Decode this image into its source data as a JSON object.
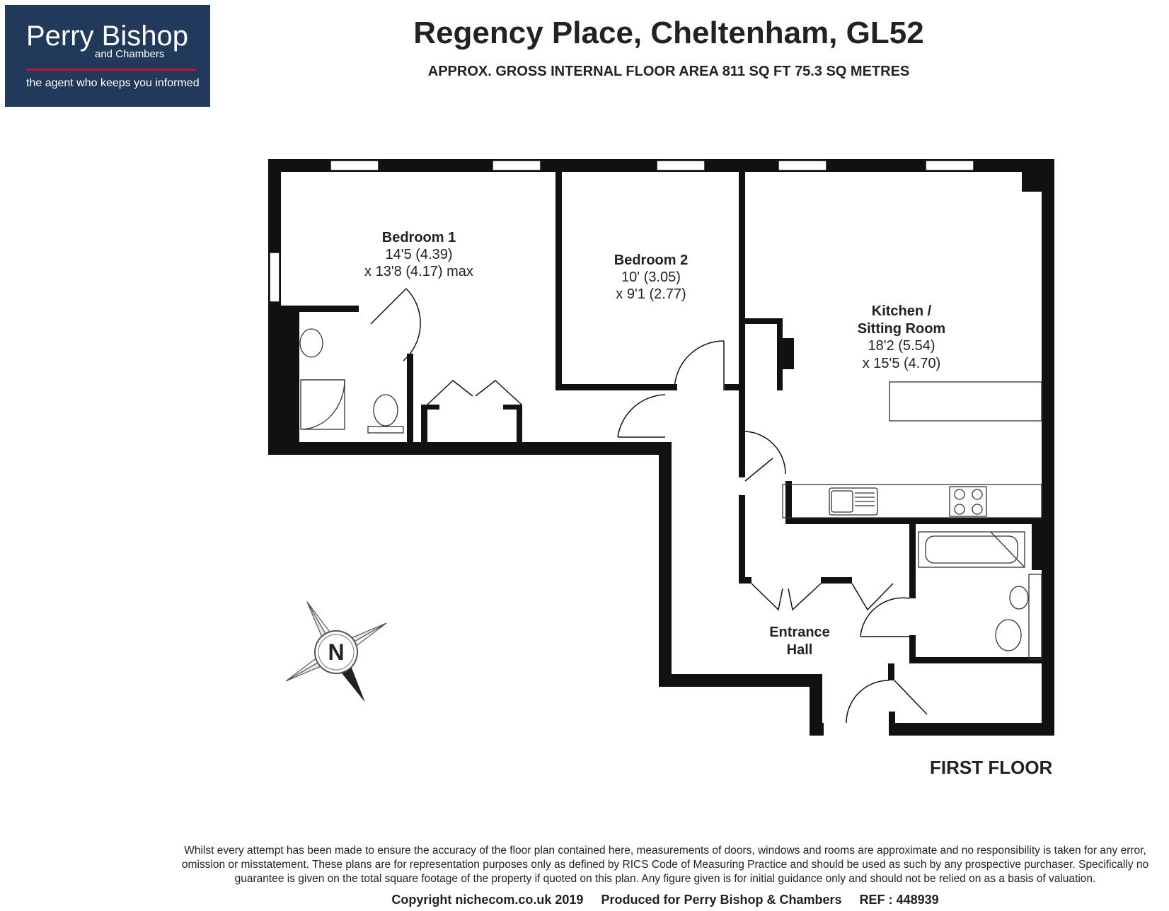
{
  "logo": {
    "name": "Perry Bishop",
    "sub": "and Chambers",
    "tagline": "the agent who keeps you informed",
    "background": "#213a5c",
    "accent": "#c8102e"
  },
  "header": {
    "title": "Regency Place, Cheltenham, GL52",
    "subtitle": "APPROX. GROSS INTERNAL FLOOR AREA 811 SQ FT 75.3 SQ METRES"
  },
  "rooms": {
    "bedroom1": {
      "name": "Bedroom 1",
      "dim1": "14'5 (4.39)",
      "dim2": "x 13'8 (4.17) max"
    },
    "bedroom2": {
      "name": "Bedroom 2",
      "dim1": "10' (3.05)",
      "dim2": "x 9'1 (2.77)"
    },
    "kitchen": {
      "name1": "Kitchen /",
      "name2": "Sitting Room",
      "dim1": "18'2 (5.54)",
      "dim2": "x 15'5 (4.70)"
    },
    "hall": {
      "name1": "Entrance",
      "name2": "Hall"
    }
  },
  "compass": {
    "letter": "N",
    "icon": "north-compass-icon"
  },
  "floor_label": "FIRST FLOOR",
  "disclaimer": "Whilst every attempt has been made to ensure the accuracy of the floor plan contained here, measurements of doors, windows and rooms are approximate and no responsibility is taken for any error, omission or misstatement. These plans are for representation purposes only as defined by RICS Code of Measuring Practice and should be used as such by any prospective purchaser. Specifically no guarantee is given on the total square footage of the property if quoted on this plan. Any figure given is for initial guidance only and should not be relied on as a basis of valuation.",
  "footer": {
    "copyright": "Copyright nichecom.co.uk 2019",
    "produced": "Produced for Perry Bishop & Chambers",
    "ref": "REF :  448939"
  }
}
